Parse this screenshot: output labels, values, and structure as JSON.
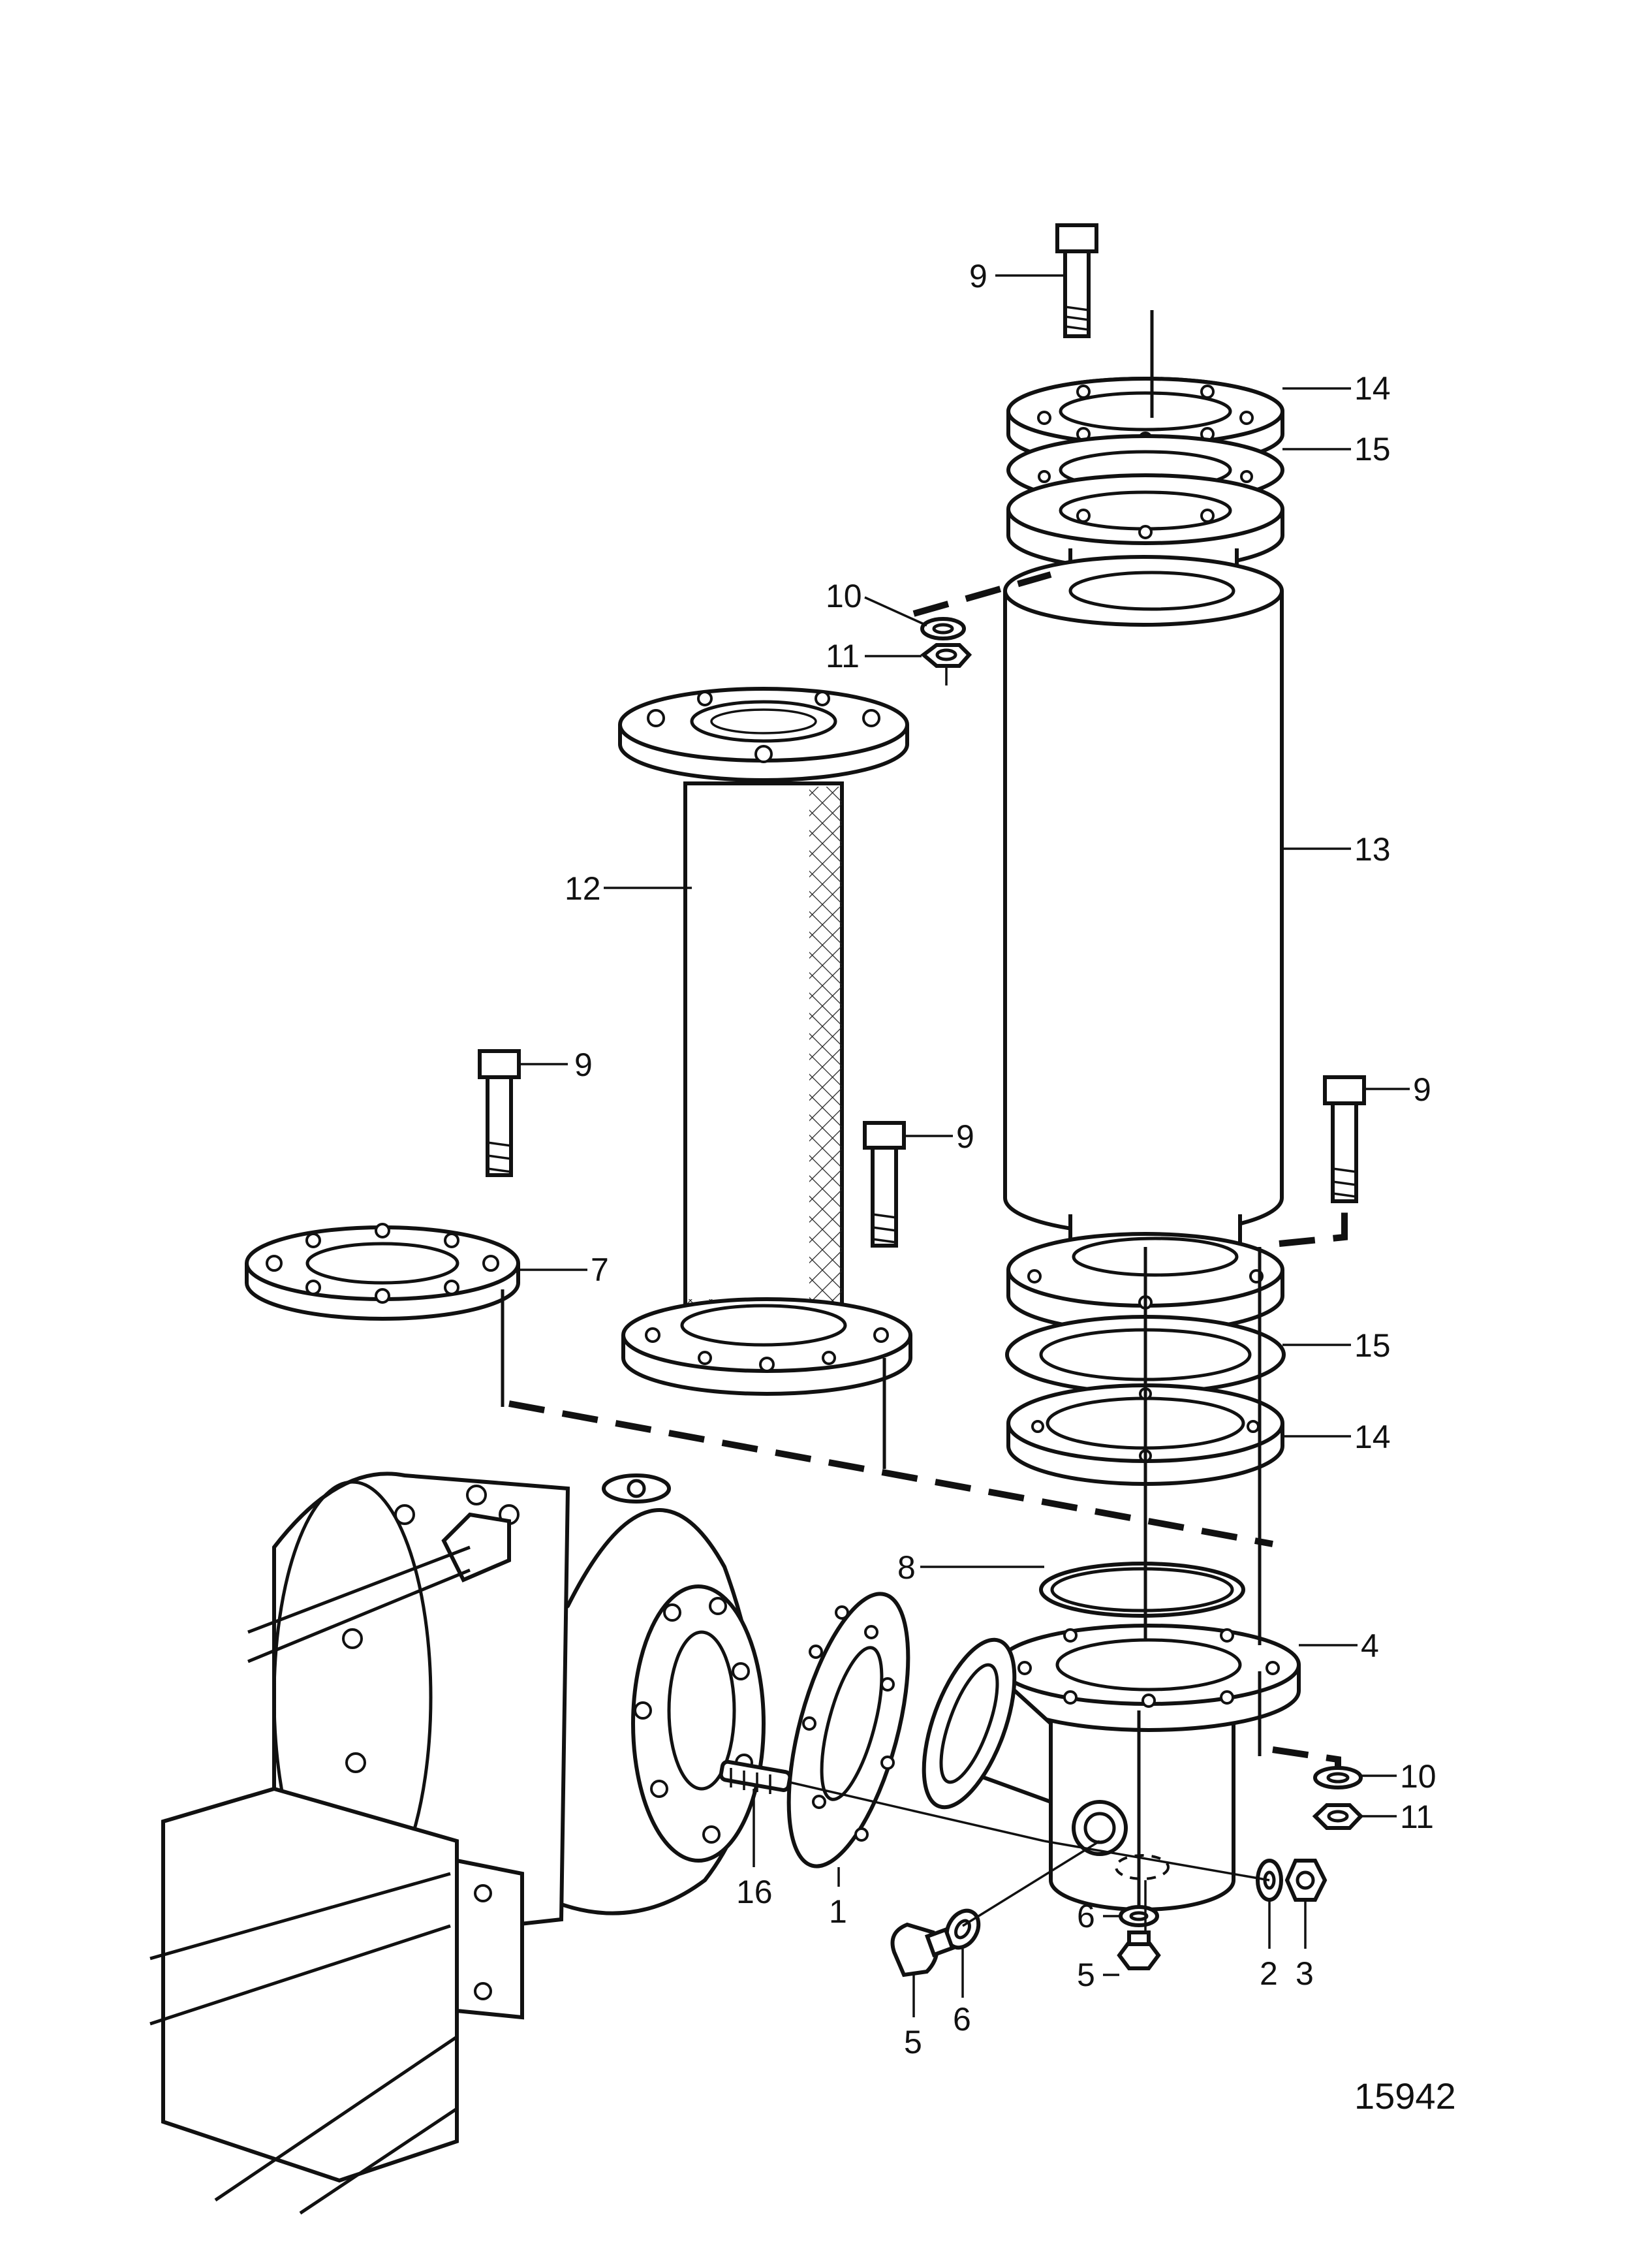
{
  "figure_number": "15942",
  "callouts": [
    "9",
    "14",
    "15",
    "10",
    "11",
    "12",
    "13",
    "9",
    "9",
    "9",
    "7",
    "15",
    "14",
    "8",
    "4",
    "10",
    "11",
    "16",
    "1",
    "6",
    "5",
    "6",
    "5",
    "2",
    "3"
  ]
}
